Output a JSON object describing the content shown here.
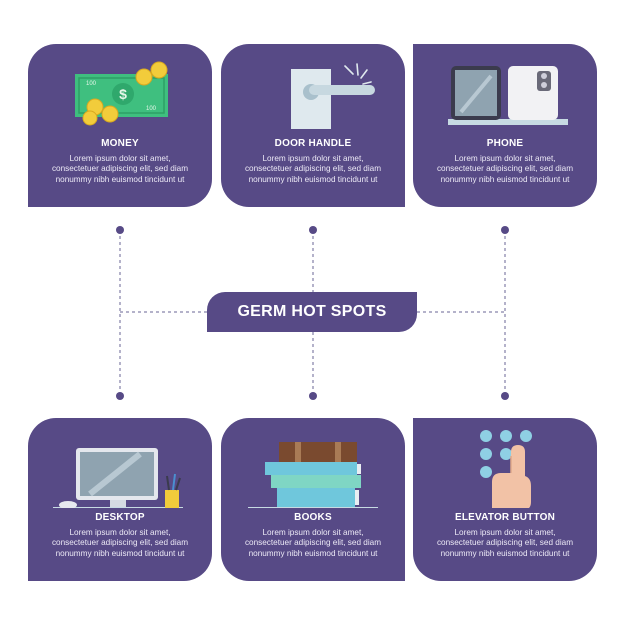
{
  "center_title": "GERM HOT SPOTS",
  "colors": {
    "card": "#574a86",
    "connector": "#6a6496"
  },
  "cards": [
    {
      "title": "MONEY",
      "description": "Lorem ipsum dolor sit amet, consectetuer adipiscing elit, sed diam nonummy nibh euismod tincidunt ut",
      "icon": "money-icon"
    },
    {
      "title": "DOOR HANDLE",
      "description": "Lorem ipsum dolor sit amet, consectetuer adipiscing elit, sed diam nonummy nibh euismod tincidunt ut",
      "icon": "door-handle-icon"
    },
    {
      "title": "PHONE",
      "description": "Lorem ipsum dolor sit amet, consectetuer adipiscing elit, sed diam nonummy nibh euismod tincidunt ut",
      "icon": "phone-icon"
    },
    {
      "title": "DESKTOP",
      "description": "Lorem ipsum dolor sit amet, consectetuer adipiscing elit, sed diam nonummy nibh euismod tincidunt ut",
      "icon": "desktop-icon"
    },
    {
      "title": "BOOKS",
      "description": "Lorem ipsum dolor sit amet, consectetuer adipiscing elit, sed diam nonummy nibh euismod tincidunt ut",
      "icon": "books-icon"
    },
    {
      "title": "ELEVATOR BUTTON",
      "description": "Lorem ipsum dolor sit amet, consectetuer adipiscing elit, sed diam nonummy nibh euismod tincidunt ut",
      "icon": "elevator-button-icon"
    }
  ]
}
